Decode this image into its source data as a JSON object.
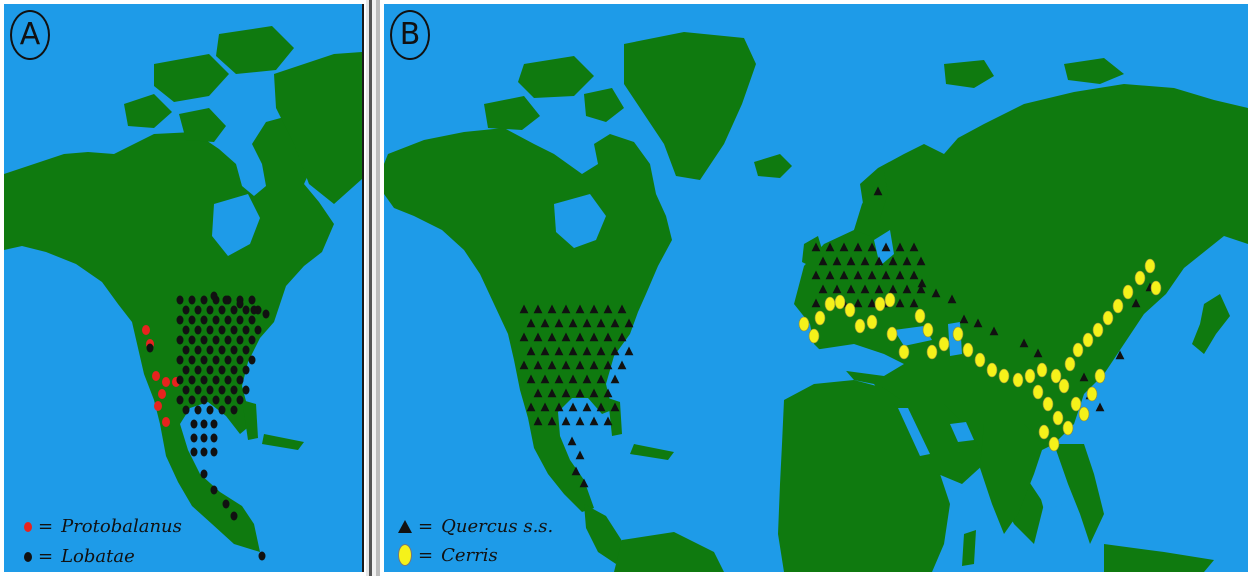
{
  "colors": {
    "ocean": "#1e9be8",
    "land": "#0f7a0f",
    "protobalanus": "#e8231e",
    "lobatae": "#111111",
    "quercus": "#111111",
    "cerris": "#f5f21a"
  },
  "panel_a": {
    "label": "A",
    "legend": [
      {
        "symbol": "red-dot-icon",
        "eq": "=",
        "text": "Protobalanus"
      },
      {
        "symbol": "black-dot-icon",
        "eq": "=",
        "text": "Lobatae"
      }
    ]
  },
  "panel_b": {
    "label": "B",
    "legend": [
      {
        "symbol": "black-triangle-icon",
        "eq": "=",
        "text": "Quercus s.s."
      },
      {
        "symbol": "yellow-oval-icon",
        "eq": "=",
        "text": "Cerris"
      }
    ]
  }
}
